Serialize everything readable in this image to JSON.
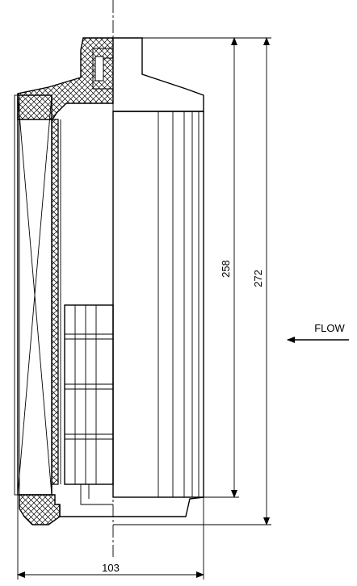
{
  "drawing": {
    "subject": "Filter element cross-section",
    "dimensions": {
      "inner_height": "258",
      "overall_height": "272",
      "diameter": "103"
    },
    "flow_label": "FLOW"
  }
}
